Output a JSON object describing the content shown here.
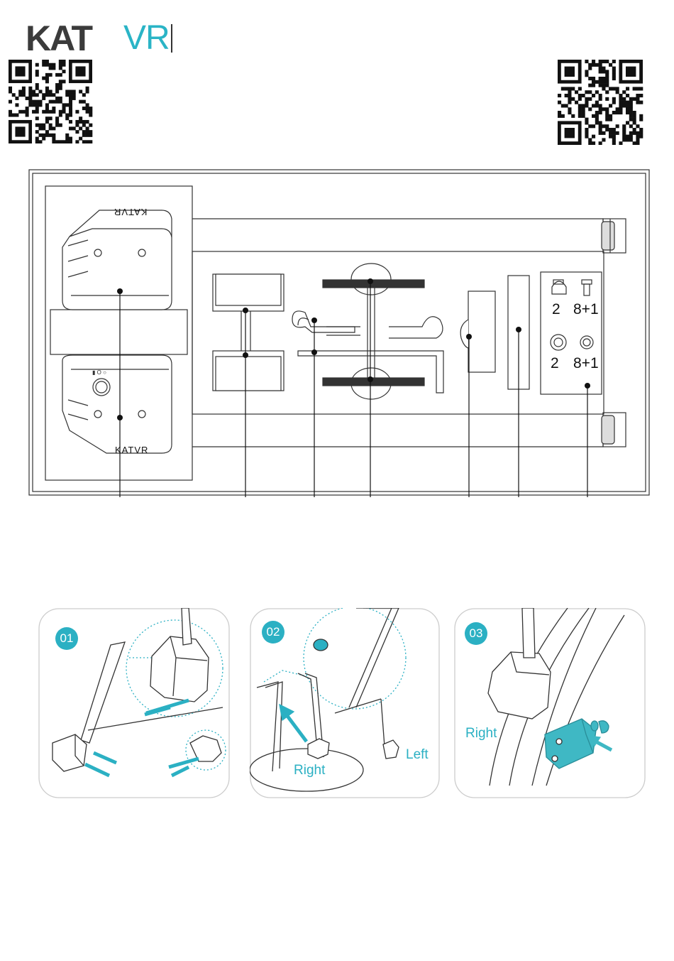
{
  "logo": {
    "brand_main": "KAT",
    "brand_accent": "VR"
  },
  "icons": {
    "qr_left": "qr-code-icon",
    "qr_right": "qr-code-icon"
  },
  "parts_box": {
    "brand_label_top": "KATVR",
    "brand_label_bottom": "KATVR",
    "hardware_counts": {
      "cap_nut": "2",
      "bolt": "8+1",
      "washer": "2",
      "spring_washer": "8+1"
    }
  },
  "steps": [
    {
      "number": "01"
    },
    {
      "number": "02",
      "label_right": "Right",
      "label_left": "Left"
    },
    {
      "number": "03",
      "label_right": "Right"
    }
  ],
  "colors": {
    "accent": "#2bb0c3",
    "line": "#333333"
  }
}
